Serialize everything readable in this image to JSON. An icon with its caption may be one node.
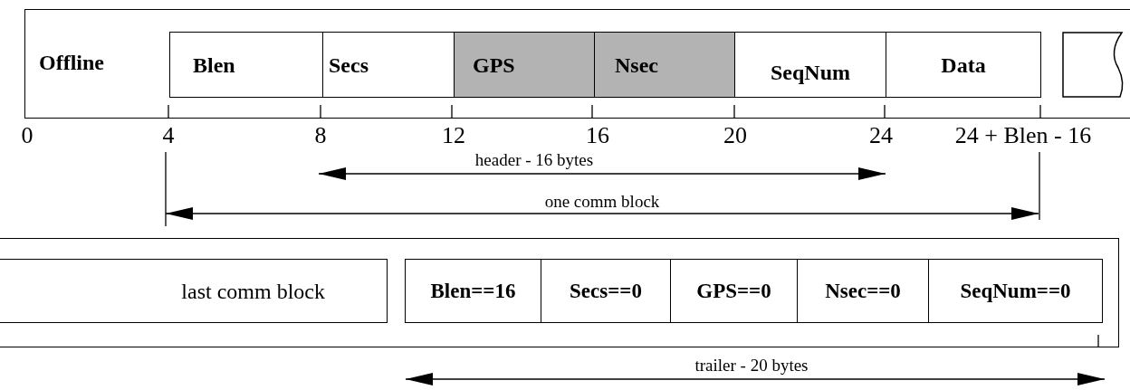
{
  "diagram": {
    "nodes": [
      {
        "text": [
          "Offline"
        ]
      },
      {
        "text": [
          "Blen"
        ],
        "in": 0
      },
      {
        "text": [
          "Secs"
        ],
        "in": 0
      },
      {
        "text": [
          "GPS"
        ],
        "in": 0
      },
      {
        "text": [
          "Nsec"
        ],
        "in": 0
      },
      {
        "text": [
          "SeqNum"
        ],
        "in": 0
      },
      {
        "text": [
          "Data"
        ],
        "in": 0
      },
      {
        "text": [],
        "shape": "box",
        "in": 0
      },
      {
        "text": [],
        "shape": "box"
      },
      {
        "text": [
          "last comm block"
        ],
        "in": 8
      },
      {
        "text": [
          "Blen==16"
        ],
        "in": 8
      },
      {
        "text": [
          "Secs==0"
        ],
        "in": 8
      },
      {
        "text": [
          "GPS==0"
        ],
        "in": 8
      },
      {
        "text": [
          "Nsec==0"
        ],
        "in": 8
      },
      {
        "text": [
          "SeqNum==0"
        ],
        "in": 8
      }
    ],
    "edges": [],
    "labels": [
      "0",
      "4",
      "8",
      "12",
      "16",
      "20",
      "24",
      "24 + Blen - 16",
      "header - 16 bytes",
      "one comm block",
      "trailer - 20 bytes"
    ]
  }
}
